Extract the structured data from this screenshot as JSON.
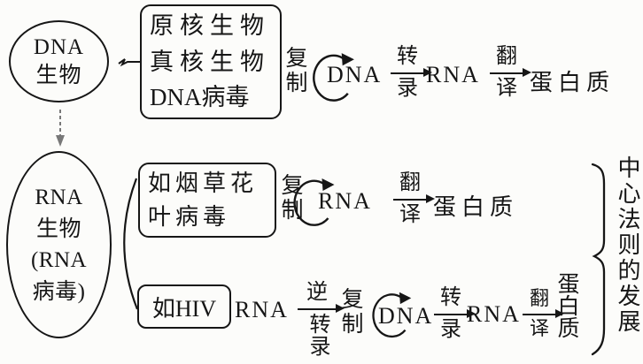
{
  "ink": "#161616",
  "background": "#fcfcfa",
  "dna_ellipse": {
    "lines": [
      "DNA",
      "生物"
    ]
  },
  "rna_ellipse": {
    "lines": [
      "RNA",
      "生物",
      "(RNA",
      "病毒)"
    ]
  },
  "dna_hosts_box": {
    "lines": [
      "原核生物",
      "真核生物",
      "DNA病毒"
    ]
  },
  "tmv_box": {
    "lines": [
      "如烟草花",
      "叶病毒"
    ]
  },
  "hiv_box": {
    "label": "如HIV"
  },
  "top_row": {
    "replicate": "复制",
    "dna": "DNA",
    "transcription_top": "转",
    "transcription_bottom": "录",
    "rna": "RNA",
    "translation_top": "翻",
    "translation_bottom": "译",
    "protein": "蛋白质"
  },
  "middle_row": {
    "replicate": "复制",
    "rna": "RNA",
    "translation_top": "翻",
    "translation_bottom": "译",
    "protein": "蛋白质"
  },
  "bottom_row": {
    "rna_in": "RNA",
    "reverse_transcription_top": "逆",
    "reverse_transcription_bottom": "转录",
    "replicate": "复制",
    "dna": "DNA",
    "transcription_top": "转",
    "transcription_bottom": "录",
    "rna_out": "RNA",
    "translation_top": "翻",
    "translation_bottom": "译",
    "protein": "蛋白质"
  },
  "brace_label": "中心法则的发展"
}
